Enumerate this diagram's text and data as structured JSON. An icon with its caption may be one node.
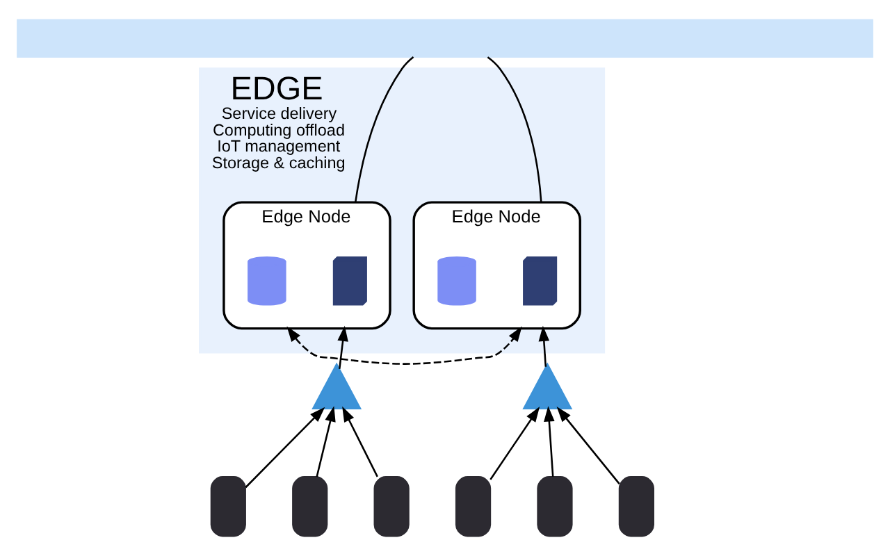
{
  "diagram": {
    "nodes": [
      {
        "text": [],
        "shape": "bar"
      },
      {
        "text": [
          "EDGE",
          "Service delivery",
          "Computing offload",
          "IoT management",
          "Storage & caching"
        ]
      },
      {
        "text": [
          "Edge Node"
        ],
        "in": 1
      },
      {
        "text": [],
        "shape": "picture",
        "in": 2
      },
      {
        "text": [],
        "shape": "cylinder",
        "in": 2
      },
      {
        "text": [
          "Edge Node"
        ],
        "in": 1
      },
      {
        "text": [],
        "shape": "picture",
        "in": 5
      },
      {
        "text": [],
        "shape": "cylinder",
        "in": 5
      },
      {
        "text": [],
        "shape": "picture"
      },
      {
        "text": [],
        "shape": "picture"
      },
      {
        "text": [],
        "shape": "box"
      },
      {
        "text": [],
        "shape": "box"
      },
      {
        "text": [],
        "shape": "box"
      },
      {
        "text": [],
        "shape": "box"
      },
      {
        "text": [],
        "shape": "box"
      },
      {
        "text": [],
        "shape": "box"
      }
    ],
    "edges": [
      {
        "from": 2,
        "to": 0,
        "arrow": "none"
      },
      {
        "from": 5,
        "to": 0,
        "arrow": "none"
      },
      {
        "from": 2,
        "to": 5,
        "arrow": "both",
        "style": "dashed"
      },
      {
        "from": 8,
        "to": 2,
        "arrow": "to"
      },
      {
        "from": 9,
        "to": 5,
        "arrow": "to"
      },
      {
        "from": 10,
        "to": 8,
        "arrow": "to"
      },
      {
        "from": 11,
        "to": 8,
        "arrow": "to"
      },
      {
        "from": 12,
        "to": 8,
        "arrow": "to"
      },
      {
        "from": 13,
        "to": 9,
        "arrow": "to"
      },
      {
        "from": 14,
        "to": 9,
        "arrow": "to"
      },
      {
        "from": 15,
        "to": 9,
        "arrow": "to"
      }
    ]
  }
}
